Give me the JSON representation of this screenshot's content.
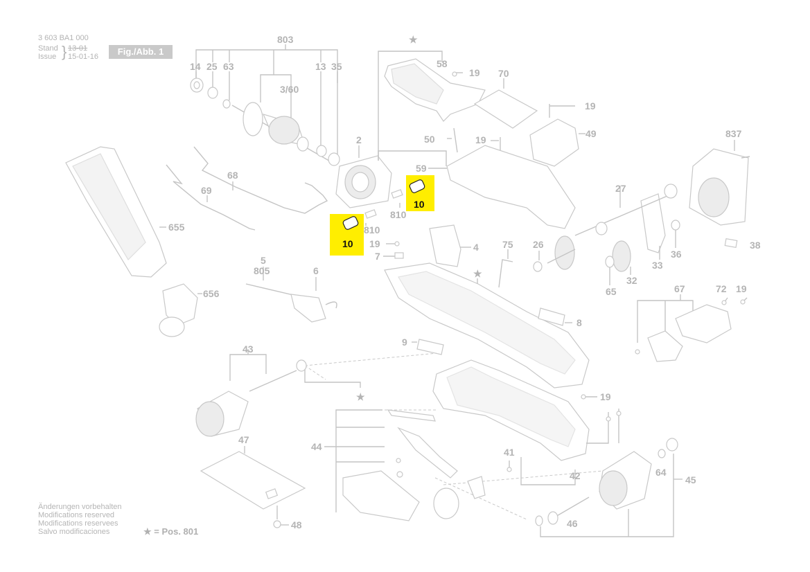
{
  "header": {
    "doc_number": "3 603 BA1 000",
    "stand_label": "Stand",
    "issue_label": "Issue",
    "date_old": "13-01",
    "date_new": "15-01-16",
    "figure_label": "Fig./Abb. 1"
  },
  "notes": [
    "Änderungen vorbehalten",
    "Modifications reserved",
    "Modifications reservees",
    "Salvo modificaciones"
  ],
  "legend": {
    "star": "★",
    "text": "= Pos. 801"
  },
  "highlight_color": "#ffee00",
  "labels": {
    "l803": "803",
    "l14": "14",
    "l25": "25",
    "l63": "63",
    "l13": "13",
    "l35": "35",
    "l360": "3/60",
    "l2": "2",
    "l68": "68",
    "l69": "69",
    "l655": "655",
    "l656": "656",
    "l58": "58",
    "l19a": "19",
    "l70": "70",
    "l19b": "19",
    "l49": "49",
    "l50": "50",
    "l19c": "19",
    "l59": "59",
    "l810a": "810",
    "l810b": "810",
    "l10a": "10",
    "l10b": "10",
    "l837": "837",
    "l27": "27",
    "l19d": "19",
    "l4": "4",
    "l75": "75",
    "l26": "26",
    "l7": "7",
    "l38": "38",
    "l36": "36",
    "l33": "33",
    "l5": "5",
    "l805": "805",
    "l6": "6",
    "l65": "65",
    "l32": "32",
    "l67": "67",
    "l72": "72",
    "l19e": "19",
    "l8": "8",
    "l9": "9",
    "l43": "43",
    "l19f": "19",
    "l47": "47",
    "l44": "44",
    "l41": "41",
    "l42": "42",
    "l64": "64",
    "l45": "45",
    "l46": "46",
    "l48": "48",
    "star1": "★",
    "star2": "★",
    "star3": "★"
  }
}
